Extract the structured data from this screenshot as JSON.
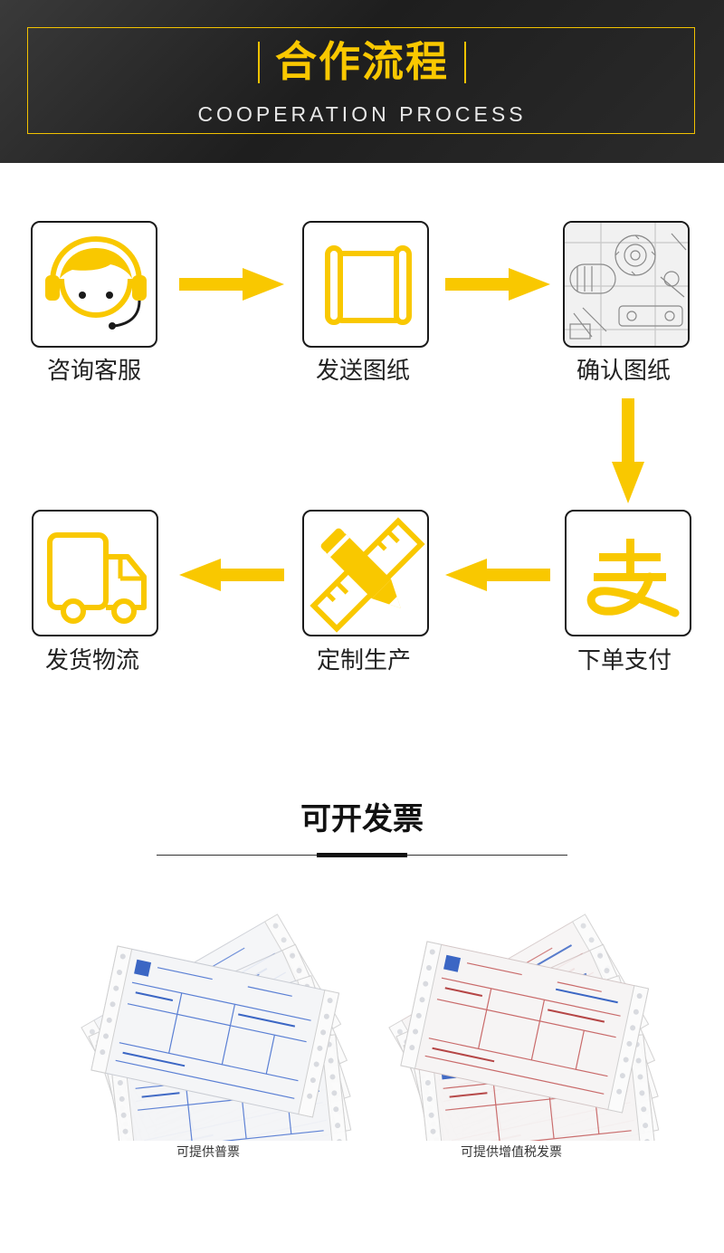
{
  "header": {
    "title": "合作流程",
    "subtitle": "COOPERATION PROCESS"
  },
  "process": {
    "steps": [
      {
        "label": "咨询客服",
        "icon": "customer-service-headset-icon"
      },
      {
        "label": "发送图纸",
        "icon": "drawing-scroll-icon"
      },
      {
        "label": "确认图纸",
        "icon": "technical-drawing-image"
      },
      {
        "label": "下单支付",
        "icon": "alipay-icon"
      },
      {
        "label": "定制生产",
        "icon": "pencil-ruler-icon"
      },
      {
        "label": "发货物流",
        "icon": "delivery-truck-icon"
      }
    ]
  },
  "invoice": {
    "title": "可开发票",
    "items": [
      {
        "caption": "可提供普票"
      },
      {
        "caption": "可提供增值税发票"
      }
    ]
  },
  "colors": {
    "accent": "#f9c800",
    "dark": "#1a1a1a",
    "banner_bg": "#2b2b2b"
  }
}
